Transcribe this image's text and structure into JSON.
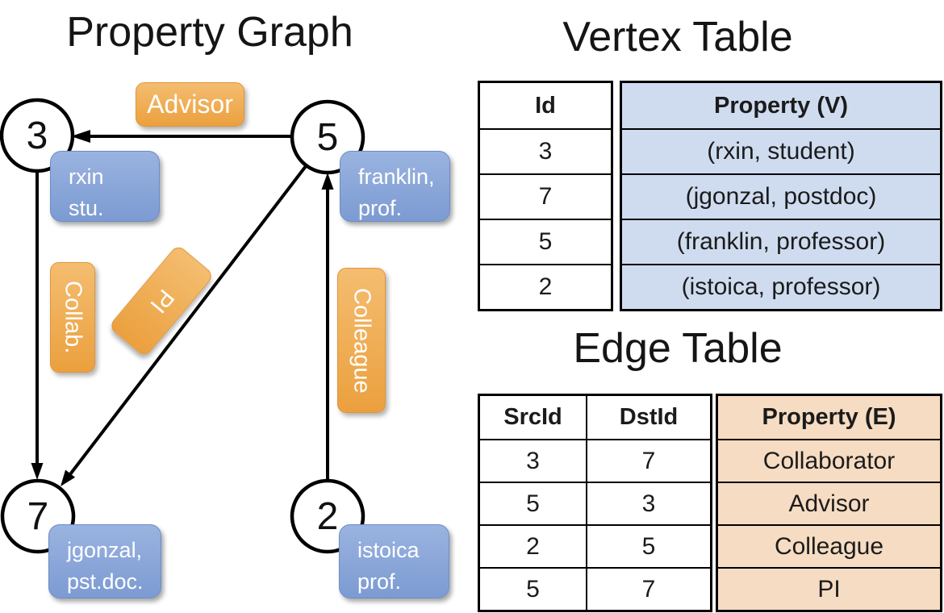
{
  "graph": {
    "title": "Property Graph",
    "nodes": [
      {
        "label": "3"
      },
      {
        "label": "5"
      },
      {
        "label": "7"
      },
      {
        "label": "2"
      }
    ],
    "property_boxes": [
      {
        "line1": "rxin",
        "line2": "stu."
      },
      {
        "line1": "franklin,",
        "line2": "prof."
      },
      {
        "line1": "jgonzal,",
        "line2": "pst.doc."
      },
      {
        "line1": "istoica",
        "line2": "prof."
      }
    ],
    "edge_labels": {
      "advisor": "Advisor",
      "collab": "Collab.",
      "pi": "PI",
      "colleague": "Colleague"
    },
    "edges": [
      {
        "from": "5",
        "to": "3",
        "label": "Advisor"
      },
      {
        "from": "3",
        "to": "7",
        "label": "Collab."
      },
      {
        "from": "5",
        "to": "7",
        "label": "PI"
      },
      {
        "from": "2",
        "to": "5",
        "label": "Colleague"
      }
    ]
  },
  "vertex_table": {
    "title": "Vertex Table",
    "columns": [
      "Id",
      "Property (V)"
    ],
    "rows": [
      [
        "3",
        "(rxin, student)"
      ],
      [
        "7",
        "(jgonzal, postdoc)"
      ],
      [
        "5",
        "(franklin, professor)"
      ],
      [
        "2",
        "(istoica, professor)"
      ]
    ]
  },
  "edge_table": {
    "title": "Edge Table",
    "columns": [
      "SrcId",
      "DstId",
      "Property (E)"
    ],
    "rows": [
      [
        "3",
        "7",
        "Collaborator"
      ],
      [
        "5",
        "3",
        "Advisor"
      ],
      [
        "2",
        "5",
        "Colleague"
      ],
      [
        "5",
        "7",
        "PI"
      ]
    ]
  },
  "colors": {
    "vertex_box": "#7c9bd2",
    "edge_box": "#eba03e",
    "vertex_table_fill": "#cfdcf0",
    "edge_table_fill": "#f6dcc2",
    "line": "#000000"
  }
}
